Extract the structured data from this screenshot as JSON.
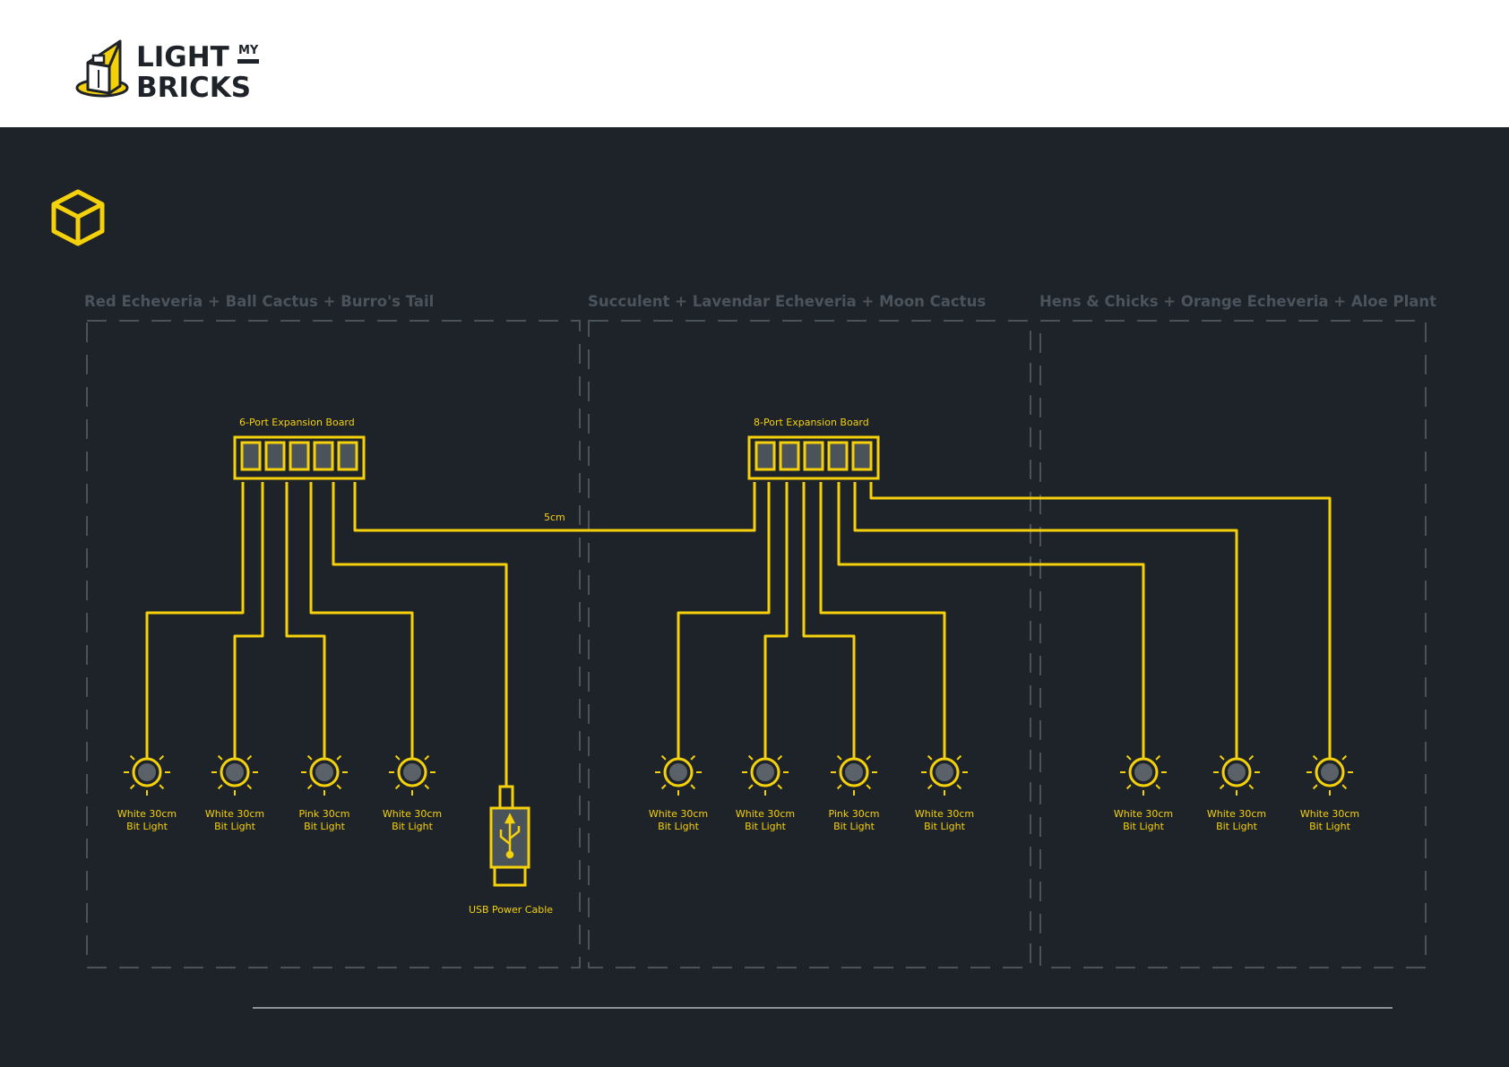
{
  "brand": {
    "logo_line1": "LIGHT",
    "logo_my": "MY",
    "logo_line2": "BRICKS",
    "accent_color": "#f5d10c",
    "logo_text_color": "#1e2329"
  },
  "page": {
    "section_icon": "cube-icon"
  },
  "zones": [
    {
      "title": "Red Echeveria + Ball Cactus + Burro's Tail"
    },
    {
      "title": "Succulent + Lavendar Echeveria + Moon Cactus"
    },
    {
      "title": "Hens & Chicks + Orange Echeveria + Aloe Plant"
    }
  ],
  "boards": [
    {
      "label": "6-Port Expansion Board"
    },
    {
      "label": "8-Port Expansion Board"
    }
  ],
  "cable_label": "5cm",
  "usb": {
    "label": "USB Power Cable",
    "icon": "usb-icon"
  },
  "lights": [
    {
      "line1": "White 30cm",
      "line2": "Bit Light"
    },
    {
      "line1": "White 30cm",
      "line2": "Bit Light"
    },
    {
      "line1": "Pink 30cm",
      "line2": "Bit Light"
    },
    {
      "line1": "White 30cm",
      "line2": "Bit Light"
    },
    {
      "line1": "White 30cm",
      "line2": "Bit Light"
    },
    {
      "line1": "White 30cm",
      "line2": "Bit Light"
    },
    {
      "line1": "Pink 30cm",
      "line2": "Bit Light"
    },
    {
      "line1": "White 30cm",
      "line2": "Bit Light"
    },
    {
      "line1": "White 30cm",
      "line2": "Bit Light"
    },
    {
      "line1": "White 30cm",
      "line2": "Bit Light"
    },
    {
      "line1": "White 30cm",
      "line2": "Bit Light"
    }
  ]
}
